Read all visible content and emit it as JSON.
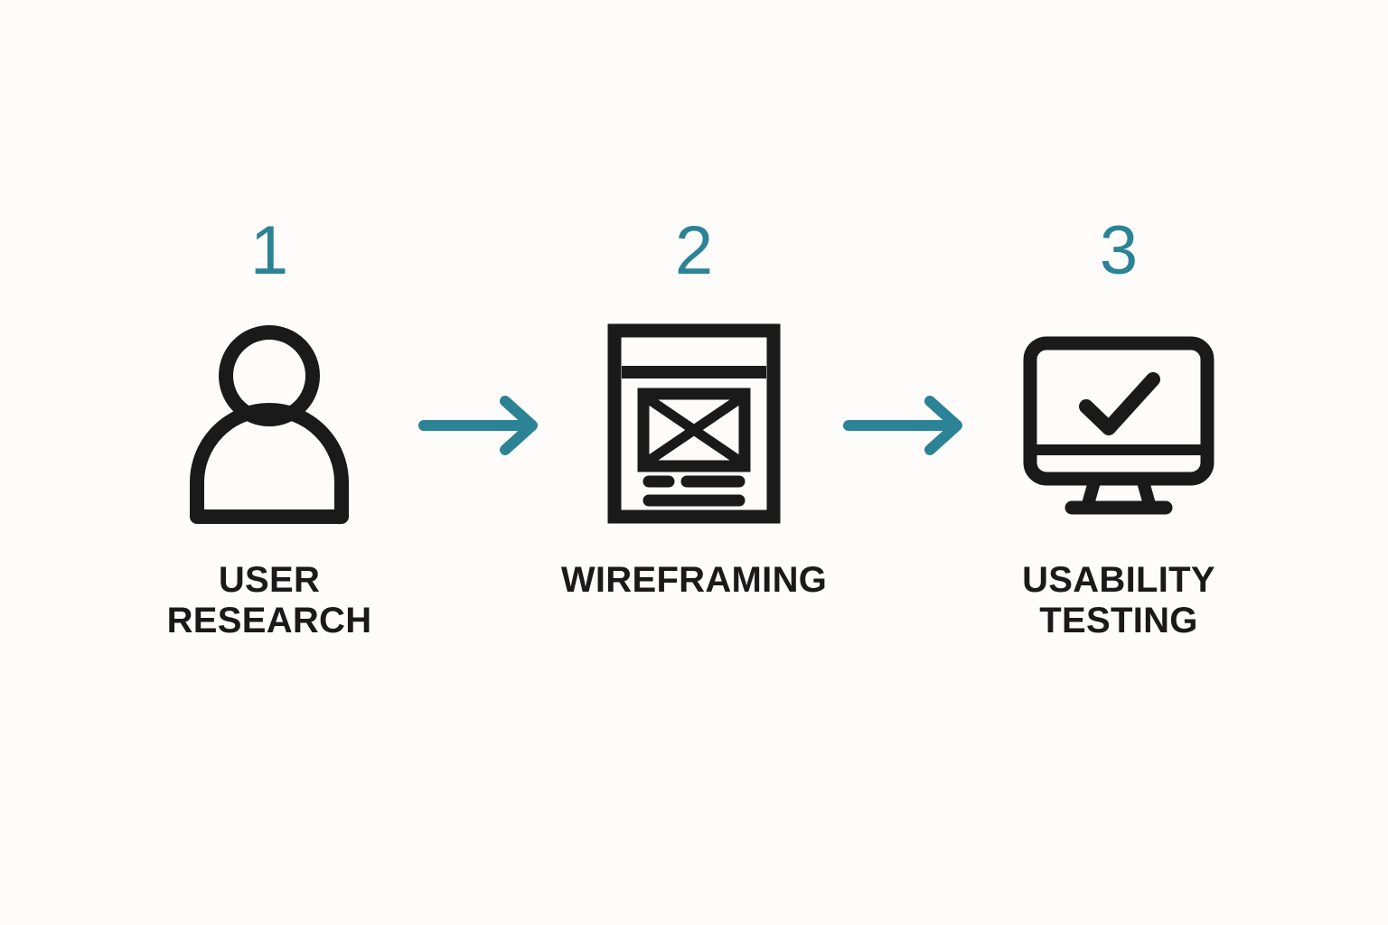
{
  "page": {
    "title": "UX Process Steps",
    "background_color": "#FDFCFB",
    "accent_color": "#2B8395",
    "ink_color": "#1A1A1A",
    "layout": "horizontal-three-step-flow"
  },
  "steps": [
    {
      "number": "1",
      "label": "USER\nRESEARCH",
      "icon_name": "person-icon",
      "icon_description": "outline of a person: circular head above an arched torso"
    },
    {
      "number": "2",
      "label": "WIREFRAMING",
      "icon_name": "wireframe-icon",
      "icon_description": "page frame with header bar, crossed image placeholder and two text lines"
    },
    {
      "number": "3",
      "label": "USABILITY\nTESTING",
      "icon_name": "monitor-check-icon",
      "icon_description": "desktop monitor on a stand showing a checkmark"
    }
  ],
  "connectors": [
    {
      "name": "arrow-1-to-2",
      "direction": "right",
      "color": "#2B8395"
    },
    {
      "name": "arrow-2-to-3",
      "direction": "right",
      "color": "#2B8395"
    }
  ]
}
